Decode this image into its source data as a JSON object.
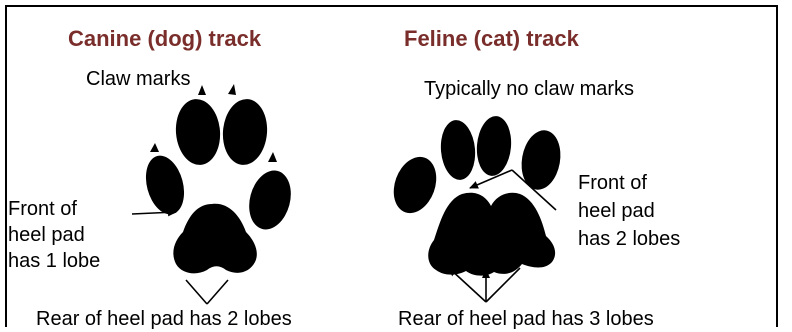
{
  "canine": {
    "heading": "Canine (dog) track",
    "claw_label": "Claw marks",
    "front_label_line1": "Front of",
    "front_label_line2": "heel pad",
    "front_label_line3": "has 1 lobe",
    "rear_label": "Rear of heel pad has 2 lobes"
  },
  "feline": {
    "heading": "Feline (cat) track",
    "claw_label": "Typically no claw marks",
    "front_label_line1": "Front of",
    "front_label_line2": "heel pad",
    "front_label_line3": "has 2 lobes",
    "rear_label": "Rear of heel pad has 3 lobes"
  },
  "colors": {
    "heading": "#7a2e2b",
    "ink": "#000000"
  }
}
